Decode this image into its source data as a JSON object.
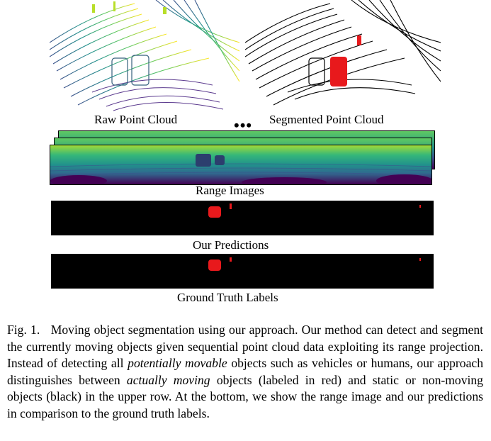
{
  "figure": {
    "raw_label": "Raw Point Cloud",
    "segmented_label": "Segmented Point Cloud",
    "ellipsis": "•••",
    "range_label": "Range Images",
    "pred_label": "Our Predictions",
    "gt_label": "Ground Truth Labels"
  },
  "caption": {
    "fig_no": "Fig. 1.",
    "part1": "Moving object segmentation using our approach. Our method can detect and segment the currently moving objects given sequential point cloud data exploiting its range projection. Instead of detecting all ",
    "em1": "potentially movable",
    "part2": " objects such as vehicles or humans, our approach distinguishes between ",
    "em2": "actually moving",
    "part3": " objects (labeled in red) and static or non-moving objects (black) in the upper row. At the bottom, we show the range image and our predictions in comparison to the ground truth labels."
  },
  "colors": {
    "moving": "#e8191c",
    "viridis_dark": "#440154",
    "viridis_mid": "#21918c",
    "viridis_light": "#fde725"
  }
}
